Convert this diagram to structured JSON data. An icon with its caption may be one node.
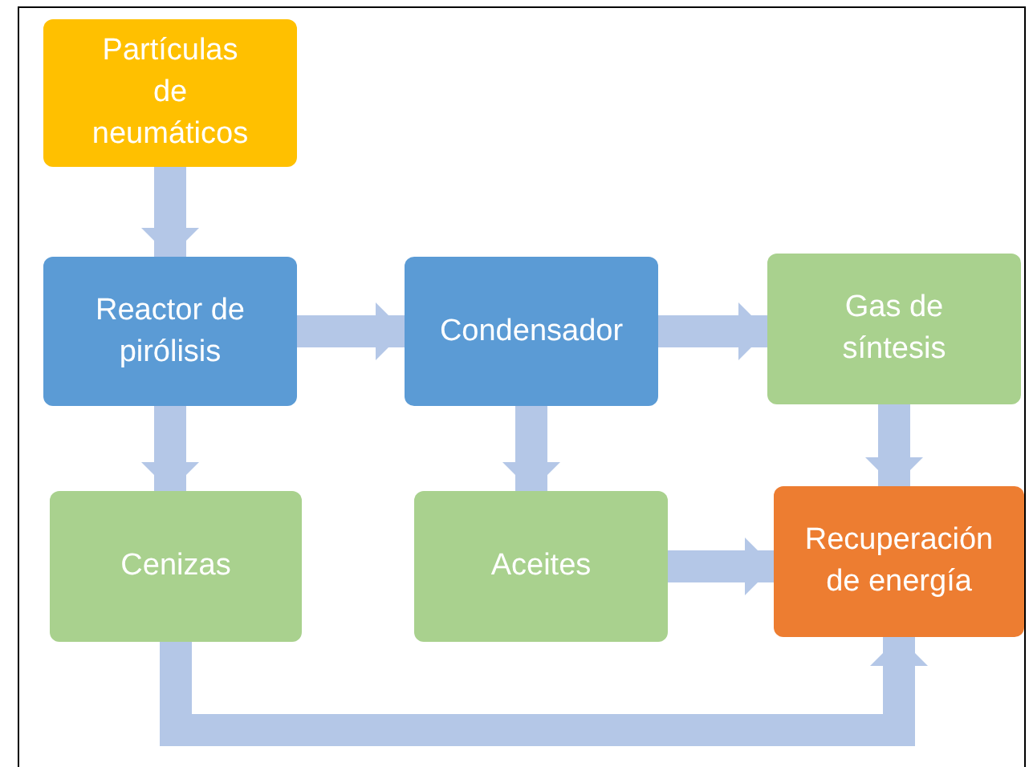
{
  "diagram": {
    "nodes": [
      {
        "text": [
          "Partículas de neumáticos"
        ]
      },
      {
        "text": [
          "Reactor de pirólisis"
        ]
      },
      {
        "text": [
          "Condensador"
        ]
      },
      {
        "text": [
          "Gas de síntesis"
        ]
      },
      {
        "text": [
          "Cenizas"
        ]
      },
      {
        "text": [
          "Aceites"
        ]
      },
      {
        "text": [
          "Recuperación de energía"
        ]
      }
    ],
    "edges": [
      {
        "from": 0,
        "to": 1,
        "arrow": "to"
      },
      {
        "from": 1,
        "to": 2,
        "arrow": "to"
      },
      {
        "from": 2,
        "to": 3,
        "arrow": "to"
      },
      {
        "from": 1,
        "to": 4,
        "arrow": "to"
      },
      {
        "from": 2,
        "to": 5,
        "arrow": "to"
      },
      {
        "from": 3,
        "to": 6,
        "arrow": "to"
      },
      {
        "from": 5,
        "to": 6,
        "arrow": "to"
      },
      {
        "from": 4,
        "to": 6,
        "arrow": "to"
      }
    ]
  }
}
